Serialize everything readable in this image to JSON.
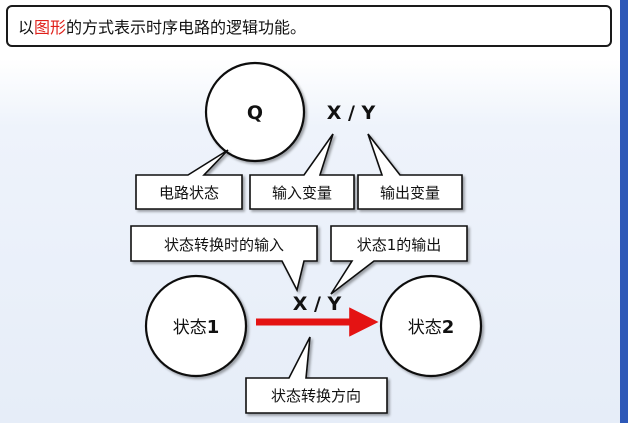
{
  "title": {
    "prefix": "以",
    "highlight": "图形",
    "suffix": "的方式表示时序电路的逻辑功能。"
  },
  "diagram": {
    "top_circle": "Q",
    "top_io": "X / Y",
    "callouts_top": [
      "电路状态",
      "输入变量",
      "输出变量"
    ],
    "callout_transition_input": "状态转换时的输入",
    "callout_state1_output": "状态1的输出",
    "state1_label_main": "状态",
    "state1_label_num": "1",
    "state2_label_main": "状态",
    "state2_label_num": "2",
    "transition_io": "X / Y",
    "callout_direction": "状态转换方向",
    "arrow_color": "#e41313"
  }
}
